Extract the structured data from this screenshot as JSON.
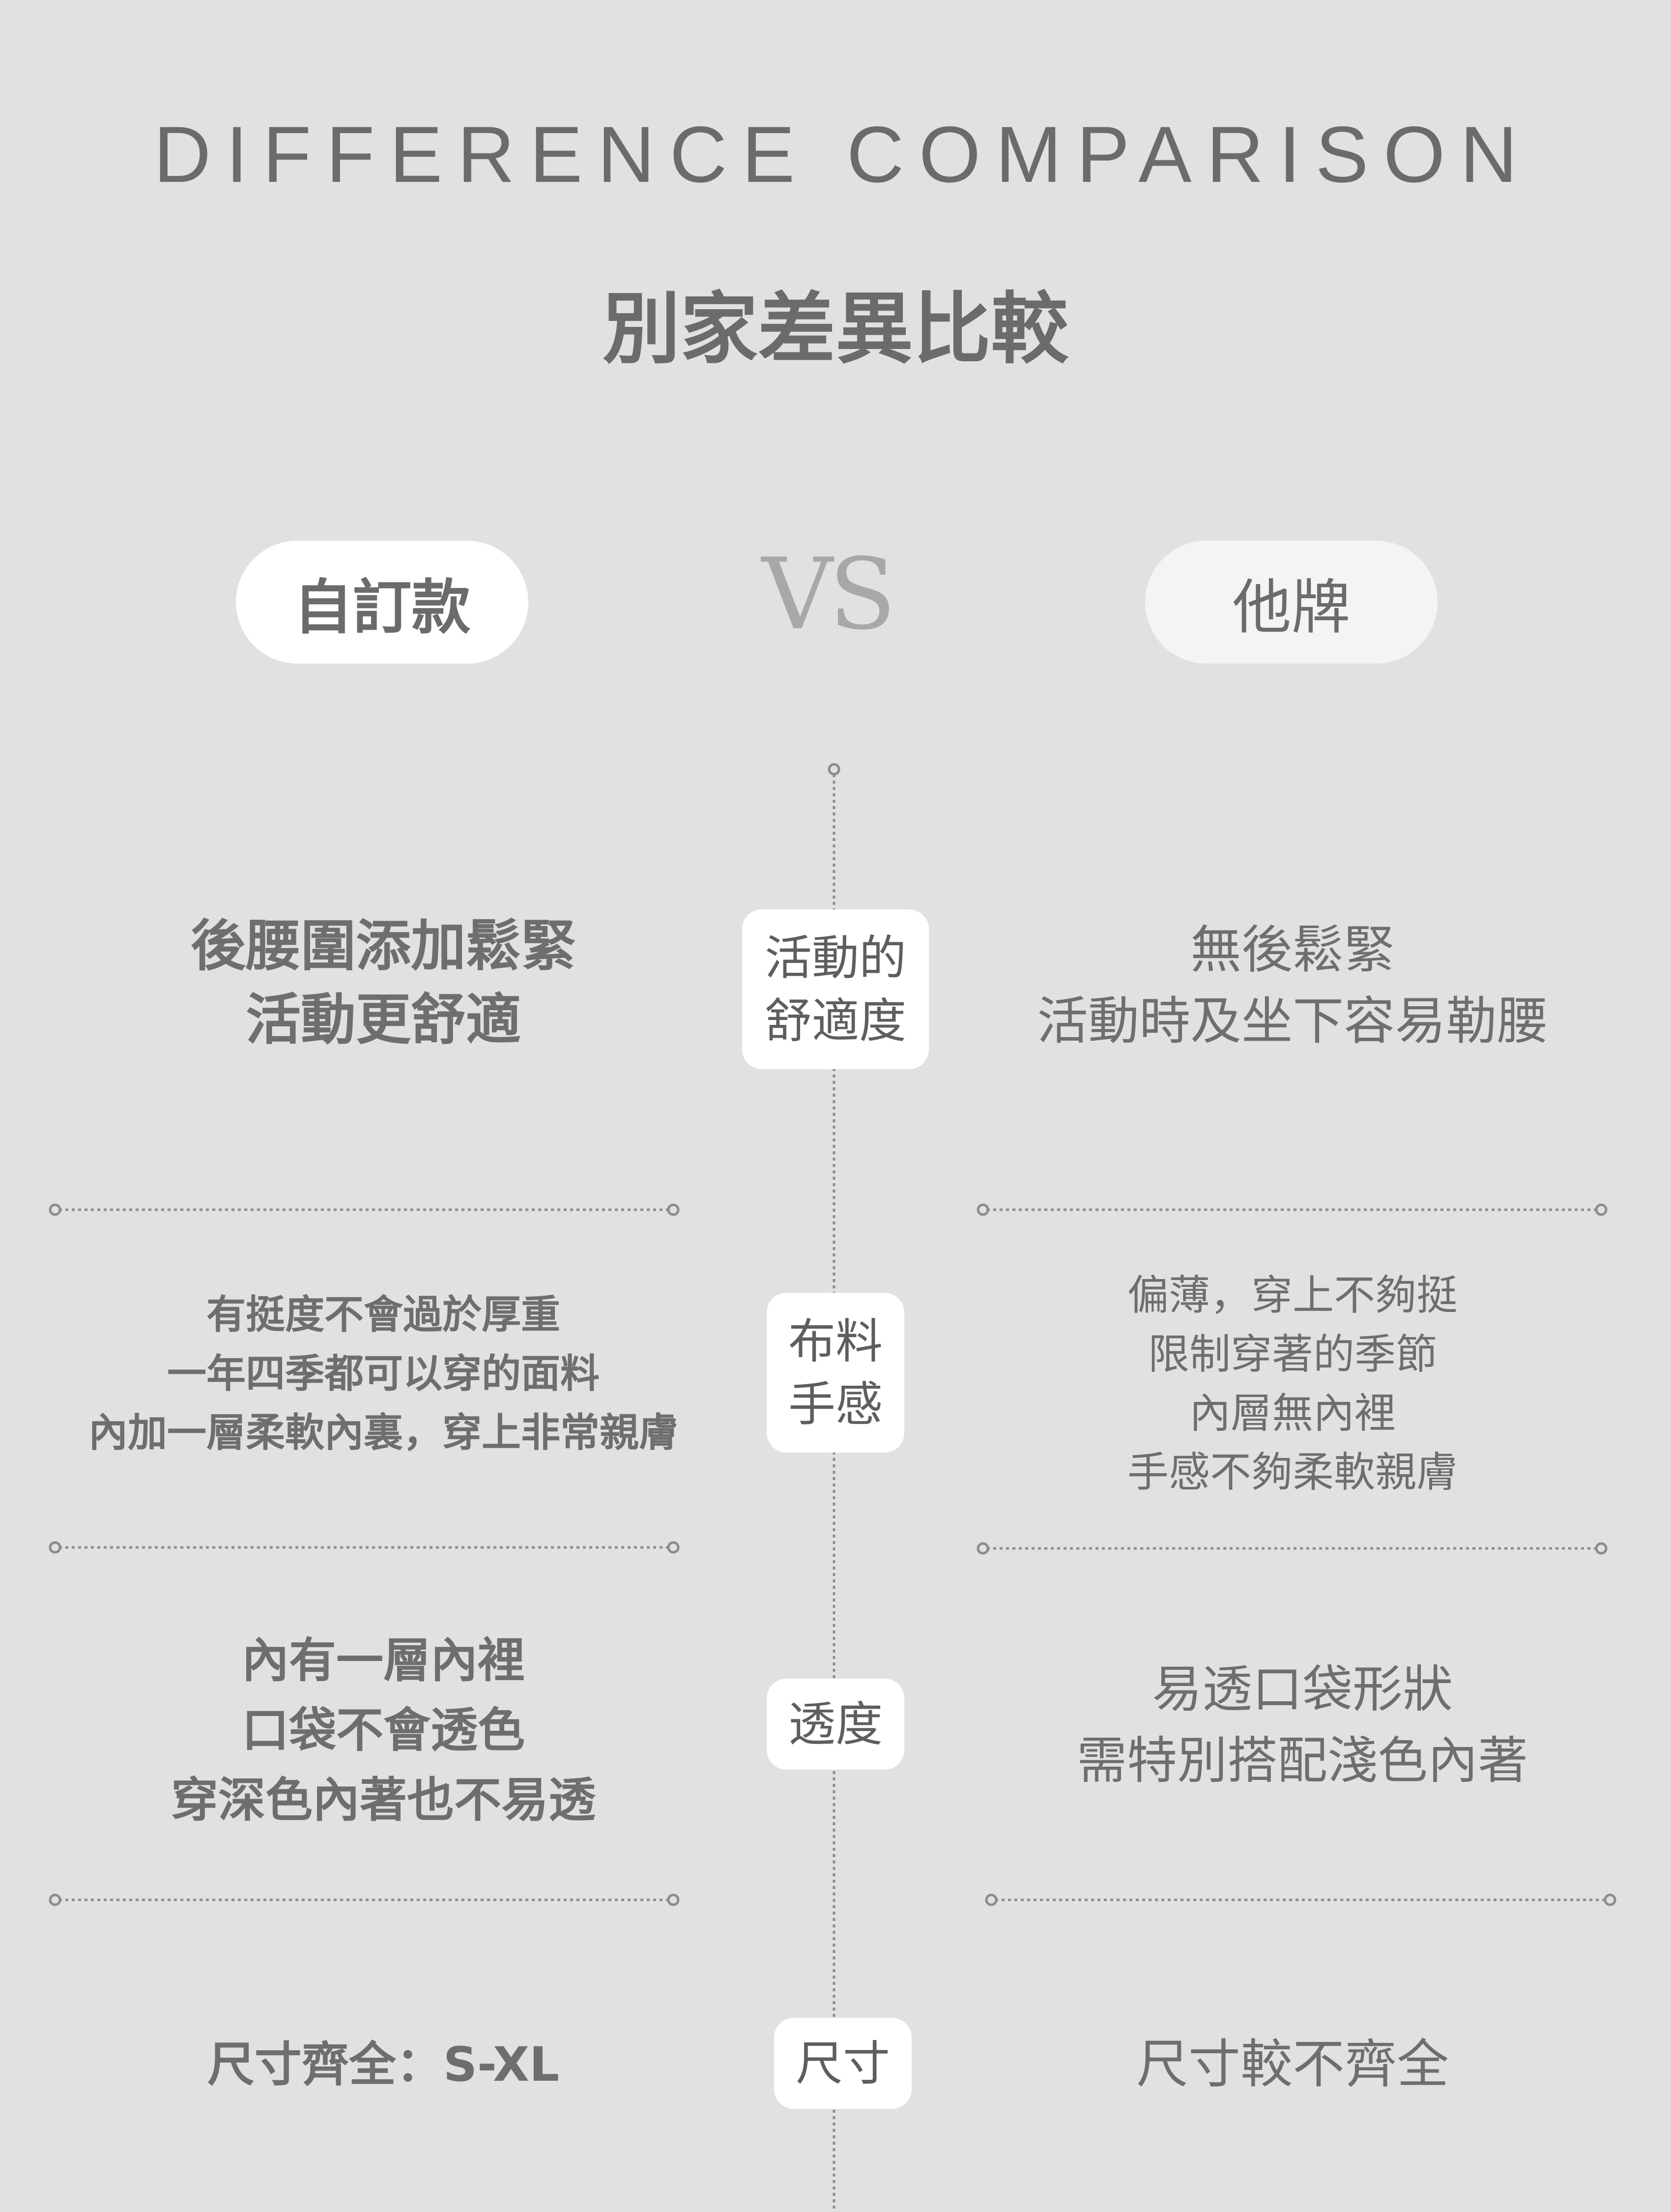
{
  "header": {
    "title_en": "DIFFERENCE COMPARISON",
    "title_zh": "別家差異比較"
  },
  "versus": {
    "left_label": "自訂款",
    "vs_label": "VS",
    "right_label": "他牌"
  },
  "rows": [
    {
      "category": [
        "活動的",
        "舒適度"
      ],
      "left": [
        "後腰圍添加鬆緊",
        "活動更舒適"
      ],
      "right": [
        "無後鬆緊",
        "活動時及坐下容易勒腰"
      ]
    },
    {
      "category": [
        "布料",
        "手感"
      ],
      "left": [
        "有挺度不會過於厚重",
        "一年四季都可以穿的面料",
        "內加一層柔軟內裏，穿上非常親膚"
      ],
      "right": [
        "偏薄，穿上不夠挺",
        "限制穿著的季節",
        "內層無內裡",
        "手感不夠柔軟親膚"
      ]
    },
    {
      "category": [
        "透度"
      ],
      "left": [
        "內有一層內裡",
        "口袋不會透色",
        "穿深色內著也不易透"
      ],
      "right": [
        "易透口袋形狀",
        "需特別搭配淺色內著"
      ]
    },
    {
      "category": [
        "尺寸"
      ],
      "left": [
        "尺寸齊全：S-XL"
      ],
      "right": [
        "尺寸較不齊全"
      ]
    }
  ],
  "colors": {
    "background": "#e1e1e1",
    "text": "#6e6e6e",
    "pill_left": "#ffffff",
    "pill_right": "#f4f4f4",
    "vs": "#a8a8a8",
    "line": "#8c8c8c"
  }
}
